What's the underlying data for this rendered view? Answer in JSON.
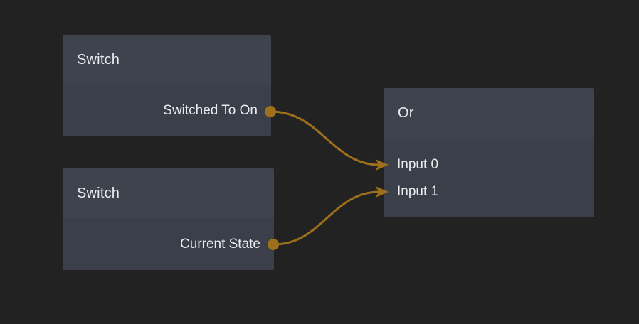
{
  "editor": {
    "background_color": "#222222",
    "node_header_color": "#3e434e",
    "node_body_color": "#3a3f49",
    "text_color": "#e9ebee",
    "wire_color": "#9e701c"
  },
  "nodes": [
    {
      "title": "Switch",
      "ports": [
        {
          "label": "Switched To On",
          "direction": "output"
        }
      ]
    },
    {
      "title": "Switch",
      "ports": [
        {
          "label": "Current State",
          "direction": "output"
        }
      ]
    },
    {
      "title": "Or",
      "ports": [
        {
          "label": "Input 0",
          "direction": "input"
        },
        {
          "label": "Input 1",
          "direction": "input"
        }
      ]
    }
  ],
  "connections": [
    {
      "from_node": "Switch",
      "from_port": "Switched To On",
      "to_node": "Or",
      "to_port": "Input 0"
    },
    {
      "from_node": "Switch",
      "from_port": "Current State",
      "to_node": "Or",
      "to_port": "Input 1"
    }
  ]
}
